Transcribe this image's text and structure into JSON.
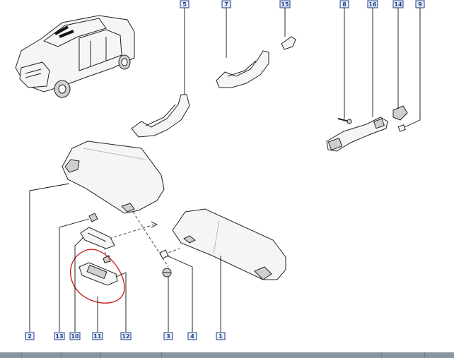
{
  "callouts": {
    "c1": "1",
    "c2": "2",
    "c3": "3",
    "c4": "4",
    "c5": "5",
    "c7": "7",
    "c8": "8",
    "c9": "9",
    "c10": "10",
    "c11": "11",
    "c12": "12",
    "c13": "13",
    "c14": "14",
    "c15": "15",
    "c16": "16"
  },
  "colors": {
    "label_text": "#1d3b8a",
    "highlight_circle": "#d02020",
    "footer_bar": "#8a95a2"
  },
  "icons": [
    "car-illustration",
    "sun-visor",
    "grab-handle",
    "clip",
    "screw",
    "light-unit"
  ]
}
